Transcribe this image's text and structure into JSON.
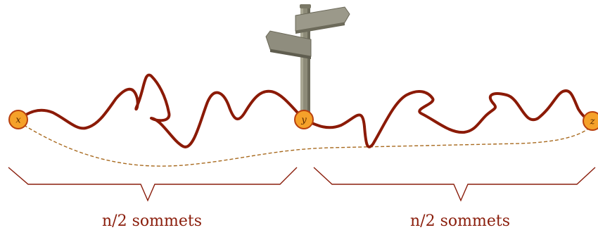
{
  "colors": {
    "path": "#8b1a06",
    "node_fill": "#f5a12a",
    "node_stroke": "#b8400e",
    "dashed": "#a86a1f",
    "brace": "#8a1d0b",
    "label": "#8a1d0b",
    "sign_wood": "#8d8b78",
    "sign_dark": "#5f5d4f"
  },
  "nodes": {
    "x": {
      "label": "x"
    },
    "y": {
      "label": "y"
    },
    "z": {
      "label": "z"
    }
  },
  "icons": {
    "signpost": "signpost-icon"
  },
  "braces": {
    "left": {
      "label": "n/2 sommets"
    },
    "right": {
      "label": "n/2 sommets"
    }
  }
}
